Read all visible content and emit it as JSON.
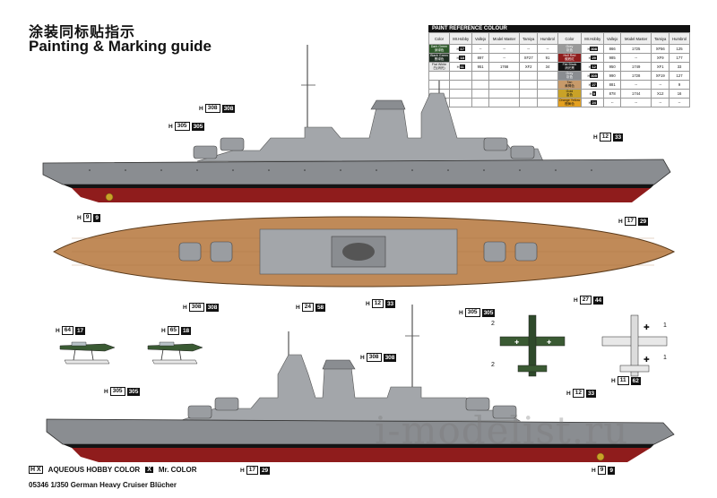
{
  "header": {
    "title_cn": "涂装同标贴指示",
    "title_en": "Painting & Marking guide"
  },
  "paint_table": {
    "title": "PAINT  REFERENCE COLOUR",
    "headers": [
      "Color",
      "Mr.Hobby",
      "Vallejo",
      "Model Master",
      "Tamiya",
      "Humbrol",
      "Color",
      "Mr.Hobby",
      "Vallejo",
      "Model Master",
      "Tamiya",
      "Humbrol"
    ],
    "left_rows": [
      {
        "name": "Dark Green",
        "name_cn": "深绿色",
        "color": "#2e5a2a",
        "hobby_a": "H",
        "hobby_b": "17",
        "vallejo": "--",
        "model_master": "--",
        "tamiya": "--",
        "humbrol": "--"
      },
      {
        "name": "Black Green",
        "name_cn": "黑绿色",
        "color": "#1f2d22",
        "hobby_a": "H",
        "hobby_b": "18",
        "vallejo": "897",
        "model_master": "--",
        "tamiya": "XF27",
        "humbrol": "91"
      },
      {
        "name": "Flat White",
        "name_cn": "白(消光)",
        "color": "#e8e8e8",
        "hobby_a": "H",
        "hobby_b": "11",
        "vallejo": "951",
        "model_master": "1768",
        "tamiya": "XF2",
        "humbrol": "34"
      }
    ],
    "right_rows": [
      {
        "name": "Grey",
        "name_cn": "灰色",
        "color": "#9a9a9a",
        "hobby_a": "H",
        "hobby_b": "308",
        "vallejo": "866",
        "model_master": "1725",
        "tamiya": "XF56",
        "humbrol": "125"
      },
      {
        "name": "Hull Red",
        "name_cn": "舰底红",
        "color": "#8f1c1c",
        "hobby_a": "H",
        "hobby_b": "29",
        "vallejo": "985",
        "model_master": "--",
        "tamiya": "XF9",
        "humbrol": "177"
      },
      {
        "name": "Flat Black",
        "name_cn": "消光黑",
        "color": "#141414",
        "hobby_a": "H",
        "hobby_b": "12",
        "vallejo": "950",
        "model_master": "1749",
        "tamiya": "XF1",
        "humbrol": "33"
      },
      {
        "name": "Grey",
        "name_cn": "灰色",
        "color": "#8a8d91",
        "hobby_a": "H",
        "hobby_b": "305",
        "vallejo": "990",
        "model_master": "1728",
        "tamiya": "XF19",
        "humbrol": "127"
      },
      {
        "name": "Tan",
        "name_cn": "黄褐色",
        "color": "#c79a6a",
        "hobby_a": "H",
        "hobby_b": "27",
        "vallejo": "881",
        "model_master": "--",
        "tamiya": "--",
        "humbrol": "9"
      },
      {
        "name": "Gold",
        "name_cn": "金色",
        "color": "#c9a227",
        "hobby_a": "H",
        "hobby_b": "9",
        "vallejo": "878",
        "model_master": "1744",
        "tamiya": "X12",
        "humbrol": "16"
      },
      {
        "name": "Orange Yellow",
        "name_cn": "橙黄色",
        "color": "#e3a020",
        "hobby_a": "H",
        "hobby_b": "24",
        "vallejo": "--",
        "model_master": "--",
        "tamiya": "--",
        "humbrol": "--"
      }
    ]
  },
  "codes": {
    "c1": {
      "h": "H",
      "a": "305",
      "b": "305"
    },
    "c2": {
      "h": "H",
      "a": "308",
      "b": "308"
    },
    "c3": {
      "h": "H",
      "a": "12",
      "b": "33"
    },
    "c4": {
      "h": "H",
      "a": "9",
      "b": "9"
    },
    "c5": {
      "h": "H",
      "a": "17",
      "b": "29"
    },
    "c6": {
      "h": "H",
      "a": "308",
      "b": "308"
    },
    "c7": {
      "h": "H",
      "a": "24",
      "b": "58"
    },
    "c8": {
      "h": "H",
      "a": "12",
      "b": "33"
    },
    "c9": {
      "h": "H",
      "a": "305",
      "b": "305"
    },
    "c10": {
      "h": "H",
      "a": "27",
      "b": "44"
    },
    "c11": {
      "h": "H",
      "a": "64",
      "b": "17"
    },
    "c12": {
      "h": "H",
      "a": "65",
      "b": "18"
    },
    "c13": {
      "h": "H",
      "a": "308",
      "b": "308"
    },
    "c14": {
      "h": "H",
      "a": "305",
      "b": "305"
    },
    "c15": {
      "h": "H",
      "a": "12",
      "b": "33"
    },
    "c16": {
      "h": "H",
      "a": "11",
      "b": "62"
    },
    "c17": {
      "h": "H",
      "a": "17",
      "b": "29"
    },
    "c18": {
      "h": "H",
      "a": "9",
      "b": "9"
    }
  },
  "markers": {
    "m1": "2",
    "m2": "2",
    "m3": "1",
    "m4": "1"
  },
  "legend": {
    "aqueous_key": "H X",
    "aqueous_label": "AQUEOUS HOBBY COLOR",
    "mr_key": "X",
    "mr_label": "Mr. COLOR"
  },
  "footer": "05346 1/350 German Heavy Cruiser Blücher",
  "watermark": "i-modelist.ru",
  "colors": {
    "hull_grey": "#8a8d91",
    "superstructure_grey": "#a3a6aa",
    "hull_red": "#8f1c1c",
    "boot_black": "#141414",
    "deck_tan": "#c08a58",
    "aircraft_green": "#3a5a33"
  }
}
